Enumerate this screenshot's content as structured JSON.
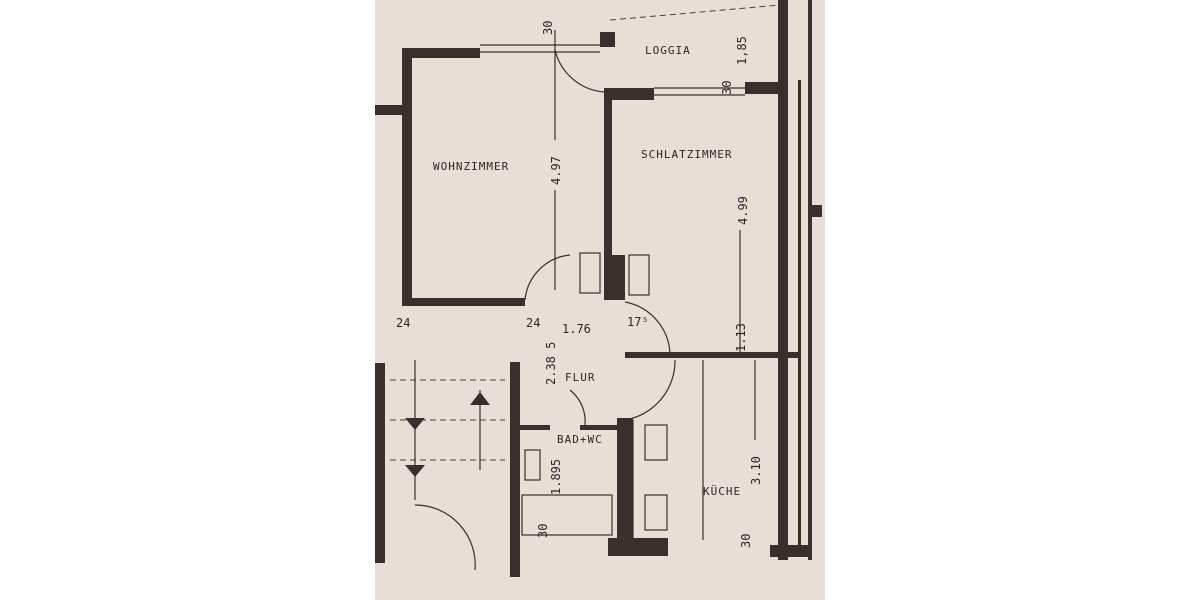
{
  "plan": {
    "rooms": {
      "loggia": "LOGGIA",
      "wohnzimmer": "WOHNZIMMER",
      "schlafzimmer": "SCHLATZIMMER",
      "flur": "FLUR",
      "bad": "BAD+WC",
      "kueche": "KÜCHE"
    },
    "dimensions": {
      "wohn_height": "4.97",
      "schlaf_height": "4.99",
      "loggia_depth": "1,85",
      "window_top": "30",
      "window_schlaf": "30",
      "flur_width": "1.76",
      "wall_flur": "24",
      "wall_stair": "24",
      "door_flur": "17⁵",
      "flur_height": "2.38 5",
      "schlaf_wall": "1.13",
      "bad_height": "1.895",
      "kueche_height": "3.10",
      "window_bad": "30",
      "window_kueche": "30"
    },
    "colors": {
      "paper": "#e9ddd5",
      "ink": "#3a2f2a"
    }
  }
}
